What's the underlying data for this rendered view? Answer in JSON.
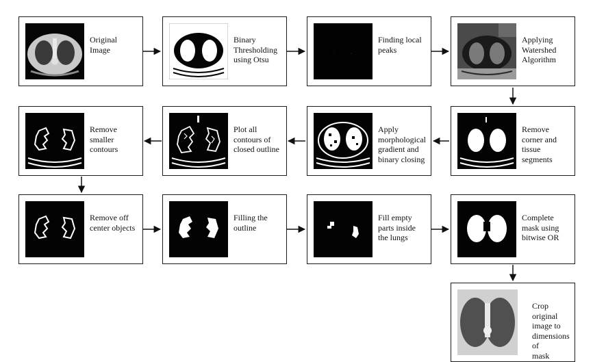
{
  "steps": [
    {
      "label": "Original\nImage"
    },
    {
      "label": "Binary\nThresholding\nusing Otsu"
    },
    {
      "label": "Finding local\npeaks"
    },
    {
      "label": "Applying\nWatershed\nAlgorithm"
    },
    {
      "label": "Remove\ncorner and\ntissue\nsegments"
    },
    {
      "label": "Apply\nmorphological\ngradient and\nbinary closing"
    },
    {
      "label": "Plot all\ncontours of\nclosed outline"
    },
    {
      "label": "Remove\nsmaller\ncontours"
    },
    {
      "label": "Remove off\ncenter objects"
    },
    {
      "label": "Filling the\noutline"
    },
    {
      "label": "Fill empty\nparts inside\nthe lungs"
    },
    {
      "label": "Complete\nmask using\nbitwise OR"
    },
    {
      "label": "Crop original\nimage to\ndimensions of\nmask"
    }
  ]
}
